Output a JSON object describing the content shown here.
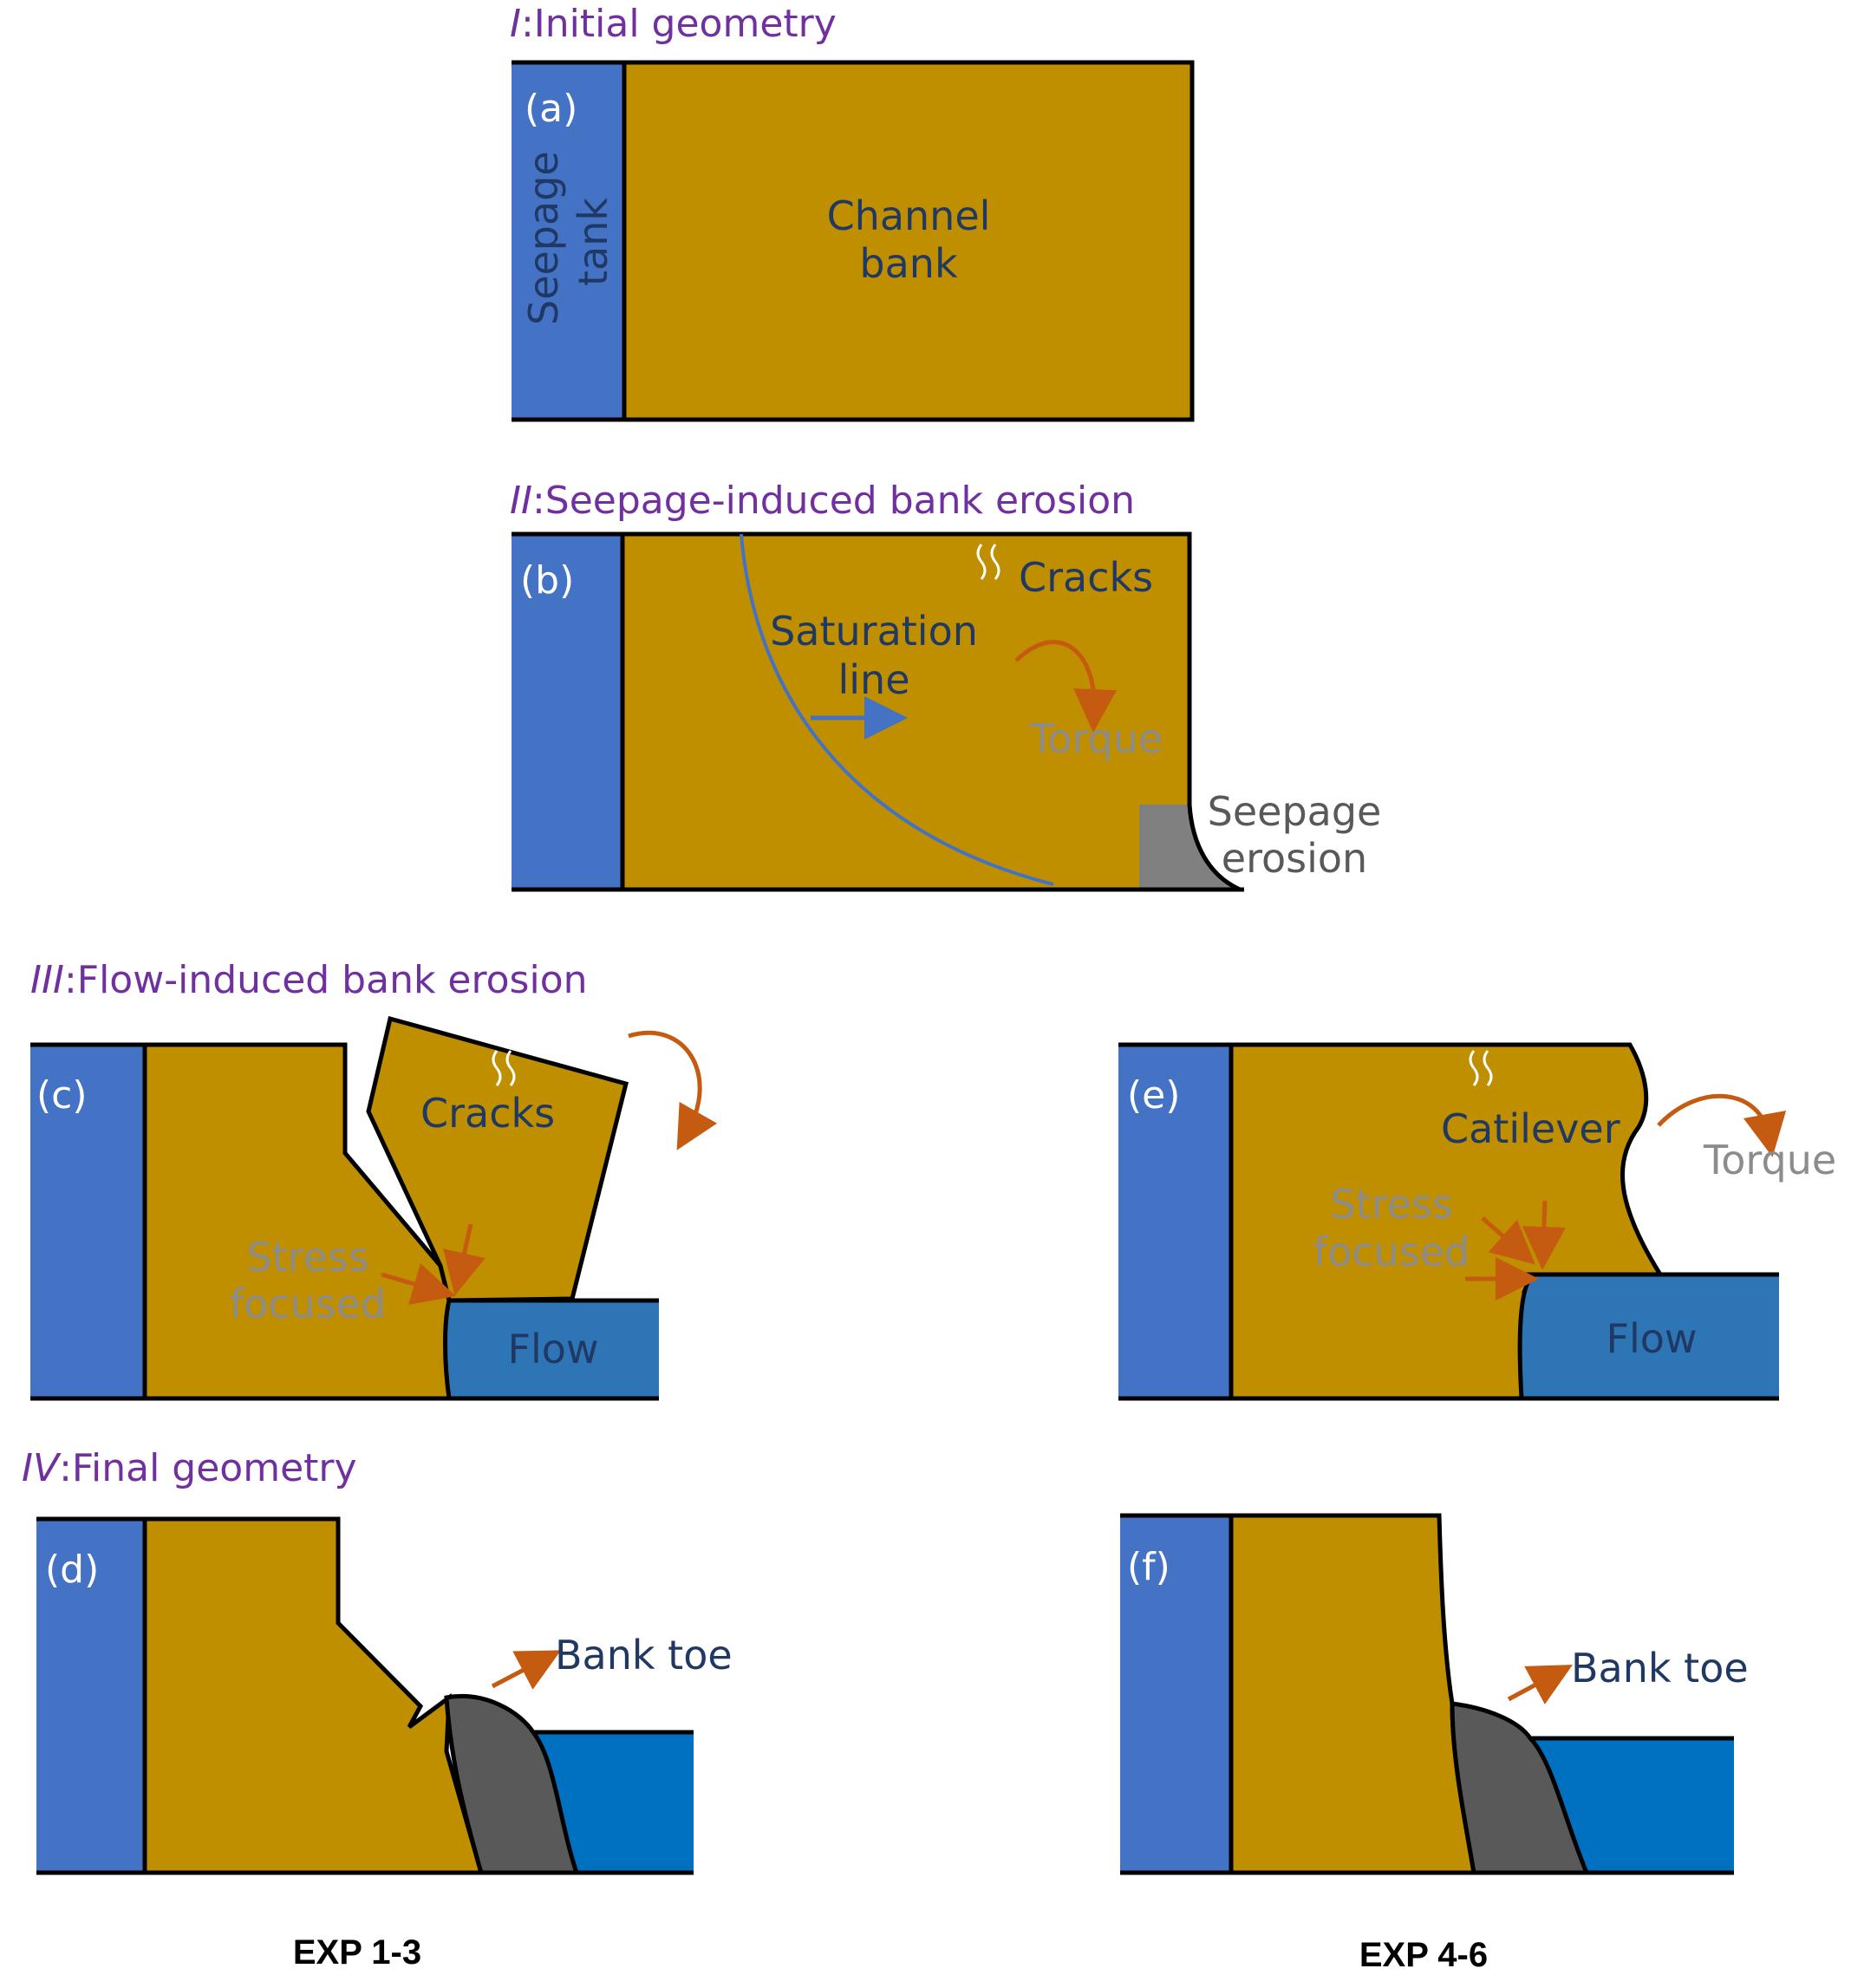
{
  "colors": {
    "soil": "#BF8F00",
    "tank": "#4472C4",
    "flow": "#2E75B6",
    "final_flow": "#0070C0",
    "deposit": "#595959",
    "seepage_erosion": "#808080",
    "arrow": "#C55A11",
    "title": "#7030A0",
    "text_dark": "#1F3864"
  },
  "stages": {
    "s1": {
      "num": "I",
      "text": ":Initial geometry"
    },
    "s2": {
      "num": "II",
      "text": ":Seepage-induced bank erosion"
    },
    "s3": {
      "num": "III",
      "text": ":Flow-induced bank erosion"
    },
    "s4": {
      "num": "IV",
      "text": ":Final geometry"
    }
  },
  "panels": {
    "a": {
      "letter": "(a)",
      "tank_label_1": "Seepage",
      "tank_label_2": "tank",
      "bank_label_1": "Channel",
      "bank_label_2": "bank"
    },
    "b": {
      "letter": "(b)",
      "cracks": "Cracks",
      "saturation_1": "Saturation",
      "saturation_2": "line",
      "torque": "Torque",
      "seepage_1": "Seepage",
      "seepage_2": "erosion"
    },
    "c": {
      "letter": "(c)",
      "cracks": "Cracks",
      "stress_1": "Stress",
      "stress_2": "focused",
      "flow": "Flow"
    },
    "d": {
      "letter": "(d)",
      "bank_toe": "Bank toe"
    },
    "e": {
      "letter": "(e)",
      "cantilever": "Catilever",
      "torque": "Torque",
      "stress_1": "Stress",
      "stress_2": "focused",
      "flow": "Flow"
    },
    "f": {
      "letter": "(f)",
      "bank_toe": "Bank toe"
    }
  },
  "experiments": {
    "left": "EXP 1-3",
    "right": "EXP 4-6"
  }
}
